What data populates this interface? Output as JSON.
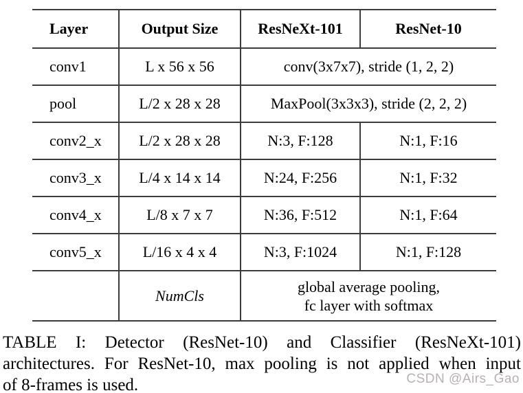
{
  "table": {
    "headers": [
      "Layer",
      "Output Size",
      "ResNeXt-101",
      "ResNet-10"
    ],
    "rows": [
      {
        "layer": "conv1",
        "output_size": "L x 56 x 56",
        "merged": "conv(3x7x7), stride (1, 2, 2)"
      },
      {
        "layer": "pool",
        "output_size": "L/2 x 28 x 28",
        "merged": "MaxPool(3x3x3), stride (2, 2, 2)"
      },
      {
        "layer": "conv2_x",
        "output_size": "L/2 x 28 x 28",
        "resnext": "N:3, F:128",
        "resnet": "N:1, F:16"
      },
      {
        "layer": "conv3_x",
        "output_size": "L/4 x 14 x 14",
        "resnext": "N:24, F:256",
        "resnet": "N:1, F:32"
      },
      {
        "layer": "conv4_x",
        "output_size": "L/8 x 7 x 7",
        "resnext": "N:36, F:512",
        "resnet": "N:1, F:64"
      },
      {
        "layer": "conv5_x",
        "output_size": "L/16 x 4 x 4",
        "resnext": "N:3, F:1024",
        "resnet": "N:1, F:128"
      }
    ],
    "footer": {
      "layer": "",
      "output_size": "NumCls",
      "merged_lines": [
        "global average pooling,",
        "fc layer with softmax"
      ]
    }
  },
  "caption": {
    "lines": [
      "TABLE I: Detector (ResNet-10) and Classifier (ResNeXt-101)",
      "architectures. For ResNet-10, max pooling is not applied when input",
      "of 8-frames is used."
    ]
  },
  "watermark": {
    "text": "CSDN @Airs_Gao",
    "color": "#b7b1b3"
  },
  "colors": {
    "background": "#ffffff",
    "text": "#000000",
    "border": "#3b3b3b"
  }
}
